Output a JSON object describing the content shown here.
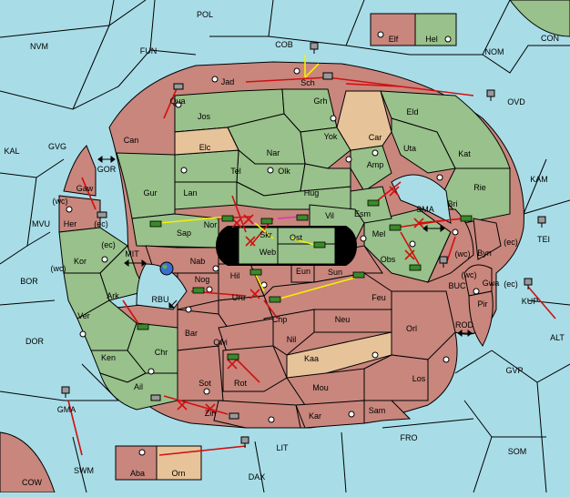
{
  "colors": {
    "sea": "#a8dde8",
    "green_land": "#99c18b",
    "red_land": "#c8867d",
    "tan_land": "#e7c39a",
    "support_order": "#f4f000",
    "move_order": "#d01010",
    "convoy_order": "#e030c0"
  },
  "sea_regions": [
    "POL",
    "NVM",
    "FUN",
    "COB",
    "NOM",
    "CON",
    "KAL",
    "GVG",
    "GOR",
    "MVU",
    "MIT",
    "BOR",
    "DOR",
    "RBU",
    "SMA",
    "KAM",
    "TEI",
    "BUC",
    "ROD",
    "ALT",
    "GVP",
    "SOM",
    "FRO",
    "LIT",
    "DAX",
    "SWM",
    "COW",
    "OVD",
    "KUP",
    "GMA"
  ],
  "land_regions": [
    "Elf",
    "Hel",
    "Jad",
    "Sch",
    "Qua",
    "Jos",
    "Grh",
    "Eld",
    "Can",
    "Elc",
    "Yok",
    "Car",
    "Uta",
    "Nar",
    "Kat",
    "Tel",
    "Olk",
    "Amp",
    "Gur",
    "Rie",
    "Lan",
    "Hug",
    "Esm",
    "Bri",
    "Gaw",
    "Her",
    "Sap",
    "Nor",
    "Skr",
    "Vil",
    "Mel",
    "Ost",
    "Web",
    "Byn",
    "Kor",
    "Nab",
    "Eun",
    "Obs",
    "Gwa",
    "Hil",
    "Sun",
    "Pir",
    "Ark",
    "Nog",
    "Uru",
    "Feu",
    "Ver",
    "Chp",
    "Neu",
    "Orl",
    "Bar",
    "Qwi",
    "Nil",
    "Chr",
    "Ken",
    "Kaa",
    "Los",
    "Sot",
    "Rot",
    "Mou",
    "Ail",
    "Zin",
    "Kar",
    "Sam",
    "Aba",
    "Orn"
  ],
  "coast_labels": [
    "(wc)",
    "(ec)"
  ],
  "chevron_icons": [
    "left-right-arrow-icon",
    "up-down-arrow-icon",
    "diagonal-arrow-icon"
  ],
  "unit_types": [
    "fleet-icon",
    "army-icon"
  ]
}
